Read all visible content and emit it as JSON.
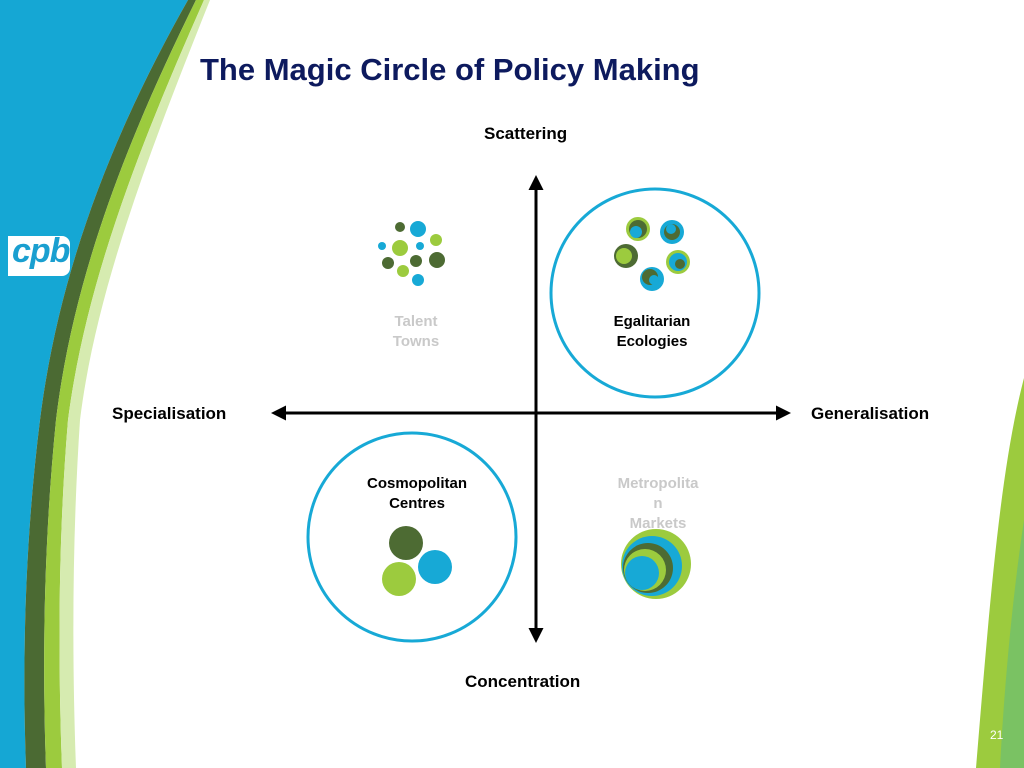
{
  "title": "The Magic Circle of Policy Making",
  "logo": "cpb",
  "axes": {
    "top": "Scattering",
    "bottom": "Concentration",
    "left": "Specialisation",
    "right": "Generalisation"
  },
  "quadrants": {
    "top_left": {
      "line1": "Talent",
      "line2": "Towns"
    },
    "top_right": {
      "line1": "Egalitarian",
      "line2": "Ecologies"
    },
    "bottom_left": {
      "line1": "Cosmopolitan",
      "line2": "Centres"
    },
    "bottom_right": {
      "line1": "Metropolita",
      "line2": "n",
      "line3": "Markets"
    }
  },
  "colors": {
    "blue": "#17a9d6",
    "green": "#9ccb3e",
    "dark_green": "#4d6b33",
    "navy": "#0d1a5e"
  },
  "page_number": "21"
}
